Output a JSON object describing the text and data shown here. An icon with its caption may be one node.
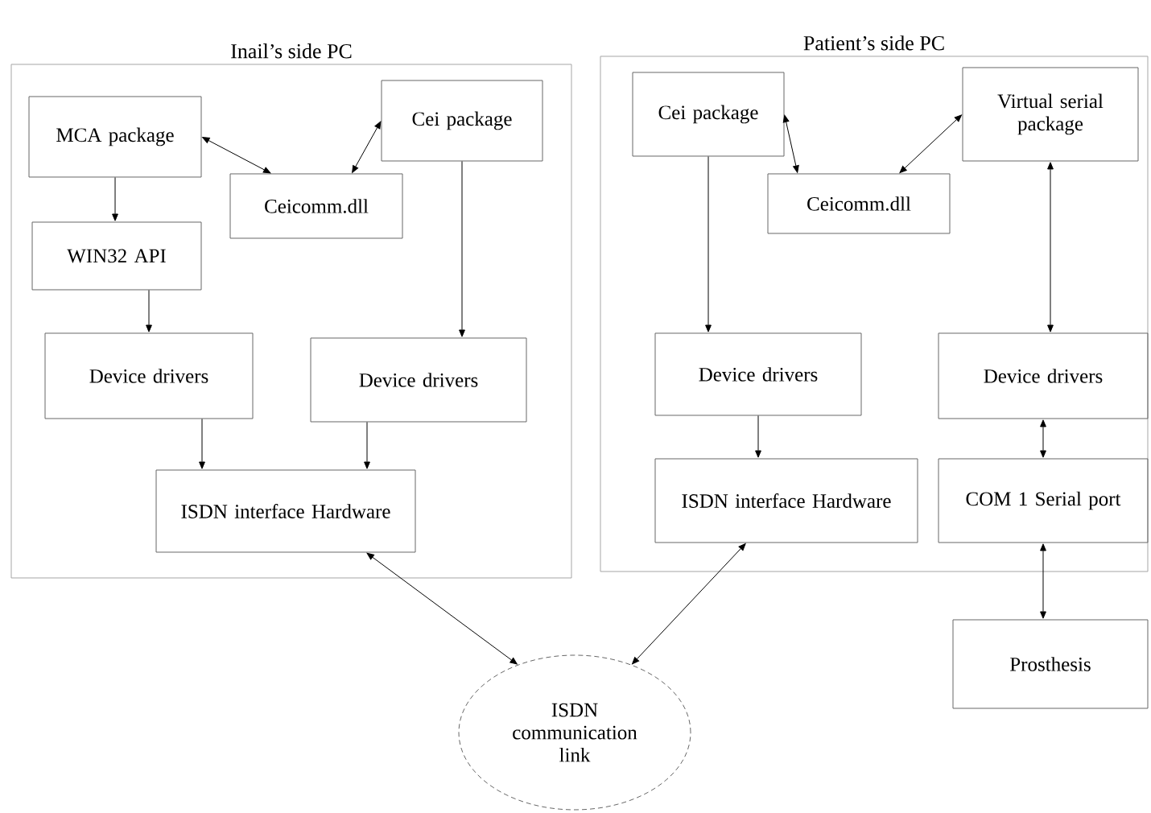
{
  "diagram": {
    "nodes": [
      {
        "text": [
          "Inail’s side PC"
        ]
      },
      {
        "text": [
          "MCA package"
        ],
        "in": 0
      },
      {
        "text": [
          "Ceicomm.dll"
        ],
        "in": 0
      },
      {
        "text": [
          "Cei package"
        ],
        "in": 0
      },
      {
        "text": [
          "WIN32 API"
        ],
        "in": 0
      },
      {
        "text": [
          "Device drivers"
        ],
        "in": 0
      },
      {
        "text": [
          "Device drivers"
        ],
        "in": 0
      },
      {
        "text": [
          "ISDN interface Hardware"
        ],
        "in": 0
      },
      {
        "text": [
          "Patient’s side PC"
        ]
      },
      {
        "text": [
          "Cei package"
        ],
        "in": 8
      },
      {
        "text": [
          "Ceicomm.dll"
        ],
        "in": 8
      },
      {
        "text": [
          "Virtual serial package"
        ],
        "in": 8
      },
      {
        "text": [
          "Device drivers"
        ],
        "in": 8
      },
      {
        "text": [
          "Device drivers"
        ],
        "in": 8
      },
      {
        "text": [
          "ISDN interface Hardware"
        ],
        "in": 8
      },
      {
        "text": [
          "COM 1 Serial port"
        ],
        "in": 8
      },
      {
        "text": [
          "Prosthesis"
        ]
      },
      {
        "text": [
          "ISDN communication link"
        ]
      }
    ],
    "edges": [
      {
        "from": 1,
        "to": 2,
        "arrow": "both"
      },
      {
        "from": 2,
        "to": 3,
        "arrow": "both"
      },
      {
        "from": 1,
        "to": 4,
        "arrow": "to"
      },
      {
        "from": 4,
        "to": 5,
        "arrow": "to"
      },
      {
        "from": 3,
        "to": 6,
        "arrow": "to"
      },
      {
        "from": 5,
        "to": 7,
        "arrow": "to"
      },
      {
        "from": 6,
        "to": 7,
        "arrow": "to"
      },
      {
        "from": 9,
        "to": 12,
        "arrow": "to"
      },
      {
        "from": 9,
        "to": 10,
        "arrow": "both"
      },
      {
        "from": 10,
        "to": 11,
        "arrow": "both"
      },
      {
        "from": 11,
        "to": 13,
        "arrow": "both"
      },
      {
        "from": 12,
        "to": 14,
        "arrow": "to"
      },
      {
        "from": 13,
        "to": 15,
        "arrow": "both"
      },
      {
        "from": 15,
        "to": 16,
        "arrow": "both"
      },
      {
        "from": 7,
        "to": 17,
        "arrow": "both"
      },
      {
        "from": 14,
        "to": 17,
        "arrow": "both"
      }
    ]
  }
}
